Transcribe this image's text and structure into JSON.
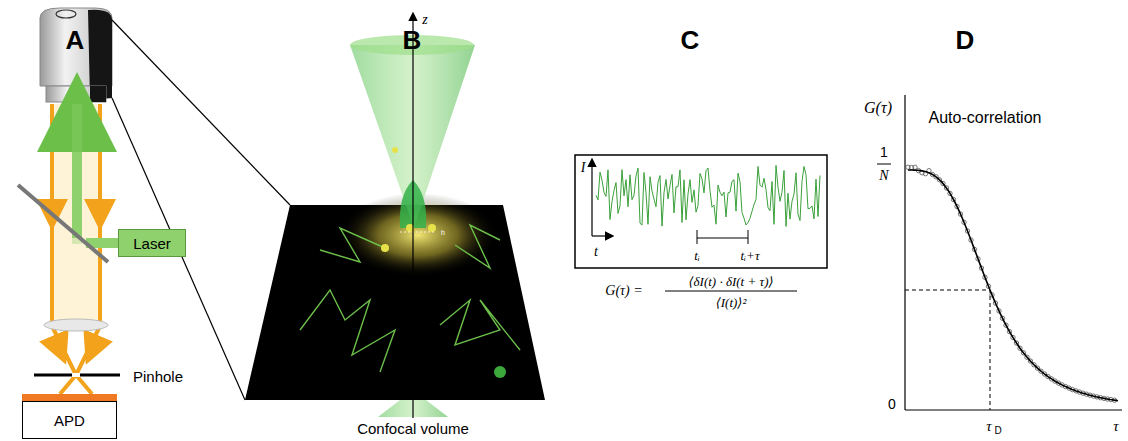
{
  "diagram": {
    "nodes": [
      {
        "text": [
          "Laser"
        ]
      },
      {
        "text": [
          "APD"
        ]
      }
    ],
    "labels": [
      "A",
      "B",
      "C",
      "D",
      "Pinhole",
      "z",
      "Confocal volume",
      "I",
      "t",
      "tᵢ",
      "tᵢ+τ",
      "G(τ) =",
      "⟨δI(t) · δI(t + τ)⟩",
      "⟨I(t)⟩²",
      "G(τ)",
      "Auto-correlation",
      "1",
      "N",
      "0",
      "τ",
      "D",
      "τ",
      "h"
    ]
  }
}
